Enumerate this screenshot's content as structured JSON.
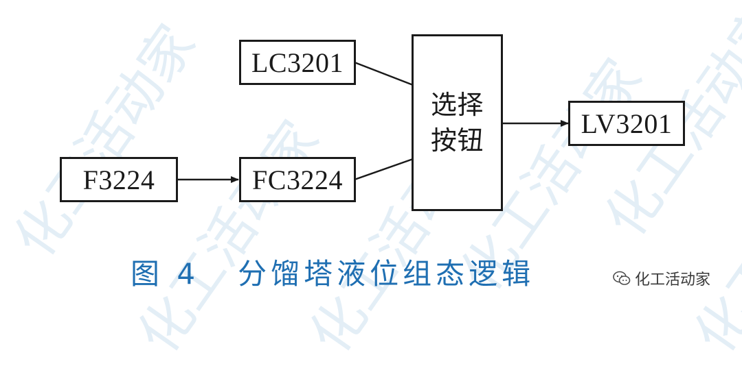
{
  "diagram": {
    "nodes": {
      "lc3201": "LC3201",
      "f3224": "F3224",
      "fc3224": "FC3224",
      "select_line1": "选择",
      "select_line2": "按钮",
      "lv3201": "LV3201"
    },
    "edges": [
      {
        "from": "lc3201",
        "to": "select_button",
        "arrow": false
      },
      {
        "from": "f3224",
        "to": "fc3224",
        "arrow": true
      },
      {
        "from": "fc3224",
        "to": "select_button",
        "arrow": false
      },
      {
        "from": "select_button",
        "to": "lv3201",
        "arrow": true
      }
    ]
  },
  "caption": {
    "figure_number": "图 4",
    "title": "分馏塔液位组态逻辑"
  },
  "watermark": {
    "text": "化工活动家",
    "color": "#e3eef6"
  },
  "credit": {
    "icon": "wechat-icon",
    "text": "化工活动家"
  },
  "colors": {
    "line": "#1a1a1a",
    "caption": "#1f6fb2"
  }
}
